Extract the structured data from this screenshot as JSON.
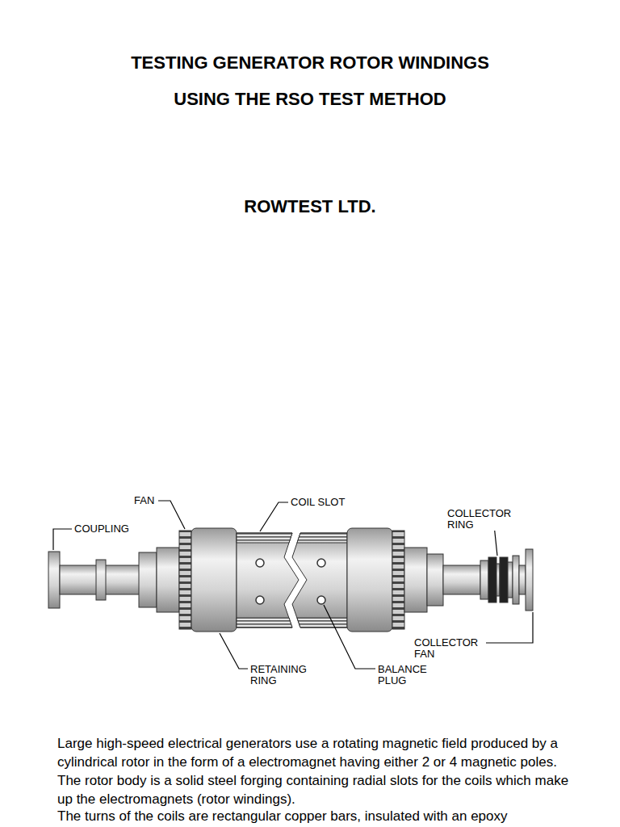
{
  "diagram": {
    "title": "TESTING GENERATOR ROTOR WINDINGS USING THE RSO TEST METHOD",
    "labels": [
      "ROWTEST LTD.",
      "FAN",
      "COIL SLOT",
      "COUPLING",
      "COLLECTOR RING",
      "COLLECTOR FAN",
      "RETAINING RING",
      "BALANCE PLUG",
      "Large high-speed electrical generators use a rotating magnetic field produced by a cylindrical rotor in the form of a electromagnet having either 2 or 4 magnetic poles. The rotor body is a solid steel forging containing radial slots for the coils which make up the electromagnets (rotor windings).",
      "The turns of the coils are rectangular copper bars, insulated with an epoxy"
    ]
  }
}
